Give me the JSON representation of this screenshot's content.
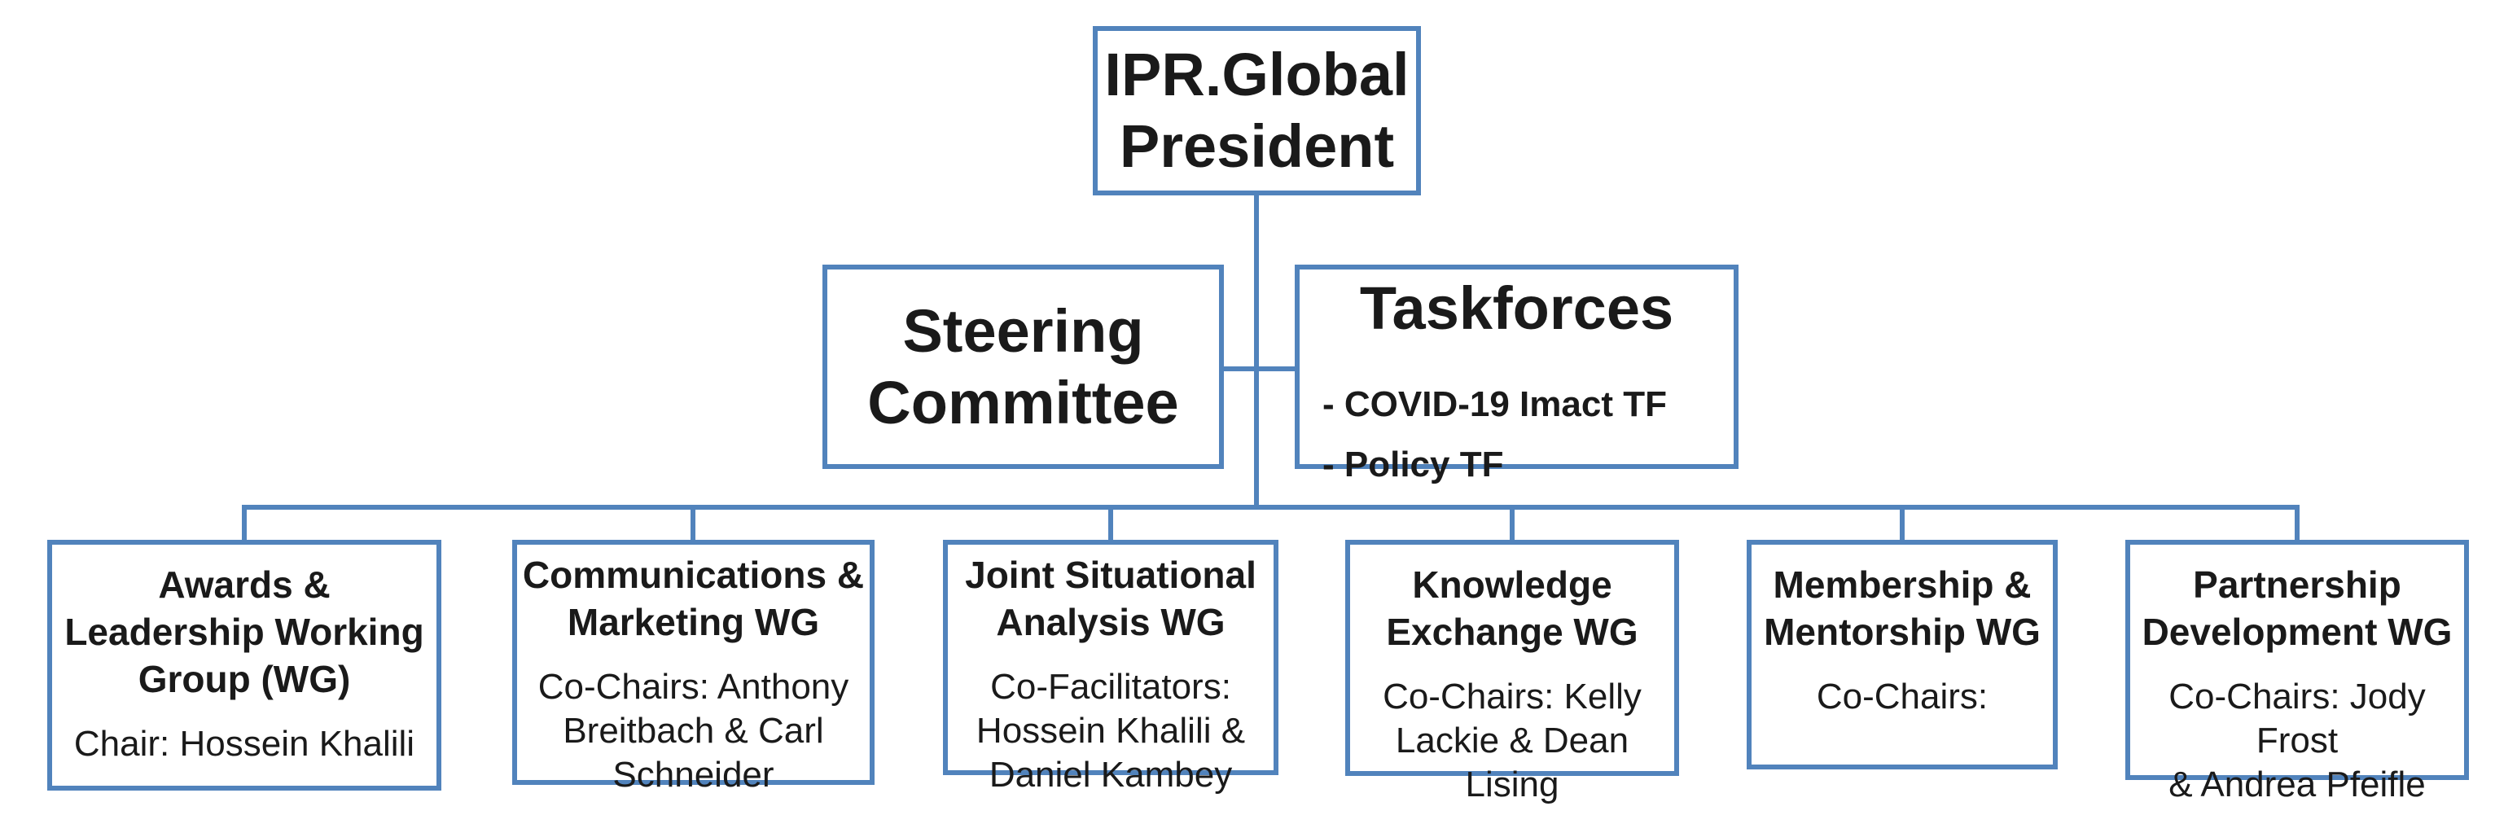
{
  "colors": {
    "line_blue": "#5183bc",
    "text": "#1a1a1a",
    "background": "#ffffff"
  },
  "org": {
    "president": {
      "title_lines": [
        "IPR.Global",
        "President"
      ]
    },
    "steering_committee": {
      "title_lines": [
        "Steering",
        "Committee"
      ]
    },
    "taskforces": {
      "title": "Taskforces",
      "items": [
        "- COVID-19 Imact TF",
        "- Policy TF"
      ]
    },
    "working_groups": [
      {
        "title_lines": [
          "Awards &",
          "Leadership Working",
          "Group (WG)"
        ],
        "subtitle_lines": [
          "Chair: Hossein Khalili"
        ]
      },
      {
        "title_lines": [
          "Communications &",
          "Marketing WG"
        ],
        "subtitle_lines": [
          "Co-Chairs: Anthony",
          "Breitbach & Carl",
          "Schneider"
        ]
      },
      {
        "title_lines": [
          "Joint Situational",
          "Analysis WG"
        ],
        "subtitle_lines": [
          "Co-Facilitators:",
          "Hossein Khalili &",
          "Daniel Kambey"
        ]
      },
      {
        "title_lines": [
          "Knowledge",
          "Exchange WG"
        ],
        "subtitle_lines": [
          "Co-Chairs: Kelly",
          "Lackie & Dean Lising"
        ]
      },
      {
        "title_lines": [
          "Membership &",
          "Mentorship WG"
        ],
        "subtitle_lines": [
          "Co-Chairs:"
        ]
      },
      {
        "title_lines": [
          "Partnership",
          "Development WG"
        ],
        "subtitle_lines": [
          "Co-Chairs: Jody Frost",
          "& Andrea Pfeifle"
        ]
      }
    ]
  }
}
